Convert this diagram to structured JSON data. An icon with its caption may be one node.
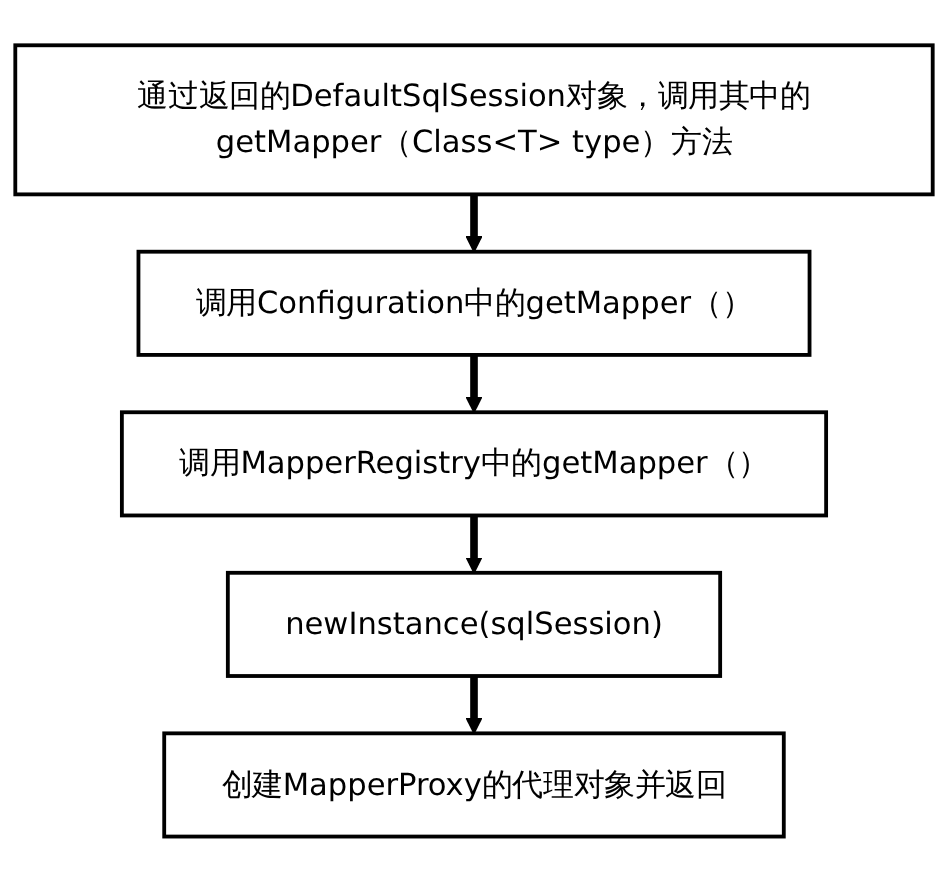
{
  "diagram": {
    "nodes": [
      {
        "text": [
          "通过返回的DefaultSqlSession对象，调用其中的getMapper（Class<T> type）方法"
        ]
      },
      {
        "text": [
          "调用Configuration中的getMapper（）"
        ]
      },
      {
        "text": [
          "调用MapperRegistry中的getMapper（）"
        ]
      },
      {
        "text": [
          "newInstance(sqlSession)"
        ]
      },
      {
        "text": [
          "创建MapperProxy的代理对象并返回"
        ]
      }
    ],
    "edges": [
      {
        "from": 0,
        "to": 1,
        "arrow": "to"
      },
      {
        "from": 1,
        "to": 2,
        "arrow": "to"
      },
      {
        "from": 2,
        "to": 3,
        "arrow": "to"
      },
      {
        "from": 3,
        "to": 4,
        "arrow": "to"
      }
    ]
  }
}
